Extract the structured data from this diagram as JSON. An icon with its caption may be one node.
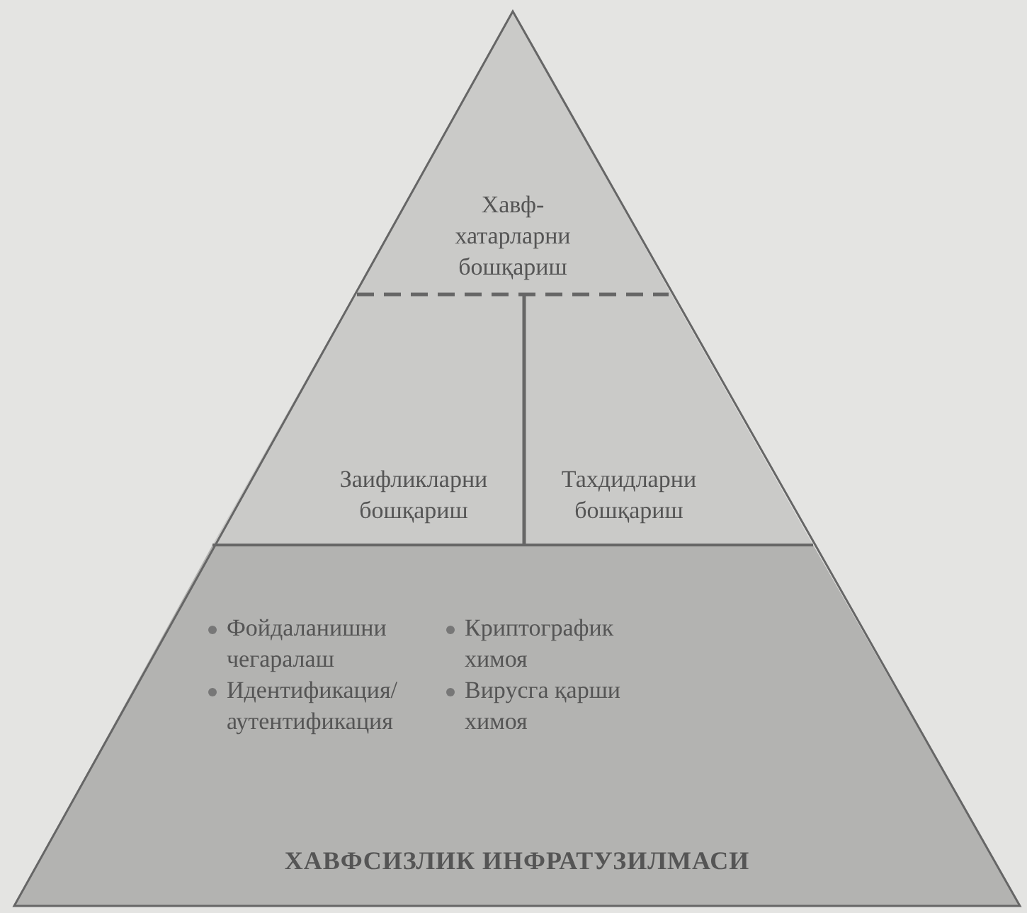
{
  "diagram": {
    "nodes": [
      {
        "text": [
          "Хавф-хатарларни бошқариш"
        ]
      },
      {
        "text": [
          "Заифликларни бошқариш"
        ]
      },
      {
        "text": [
          "Тахдидларни бошқариш"
        ]
      },
      {
        "text": [
          "Фойдаланишни чегаралаш",
          "Идентификация/аутентификация",
          "Криптографик химоя",
          "Вирусга қарши химоя",
          "ХАВФСИЗЛИК ИНФРАТУЗИЛМАСИ"
        ]
      }
    ]
  }
}
